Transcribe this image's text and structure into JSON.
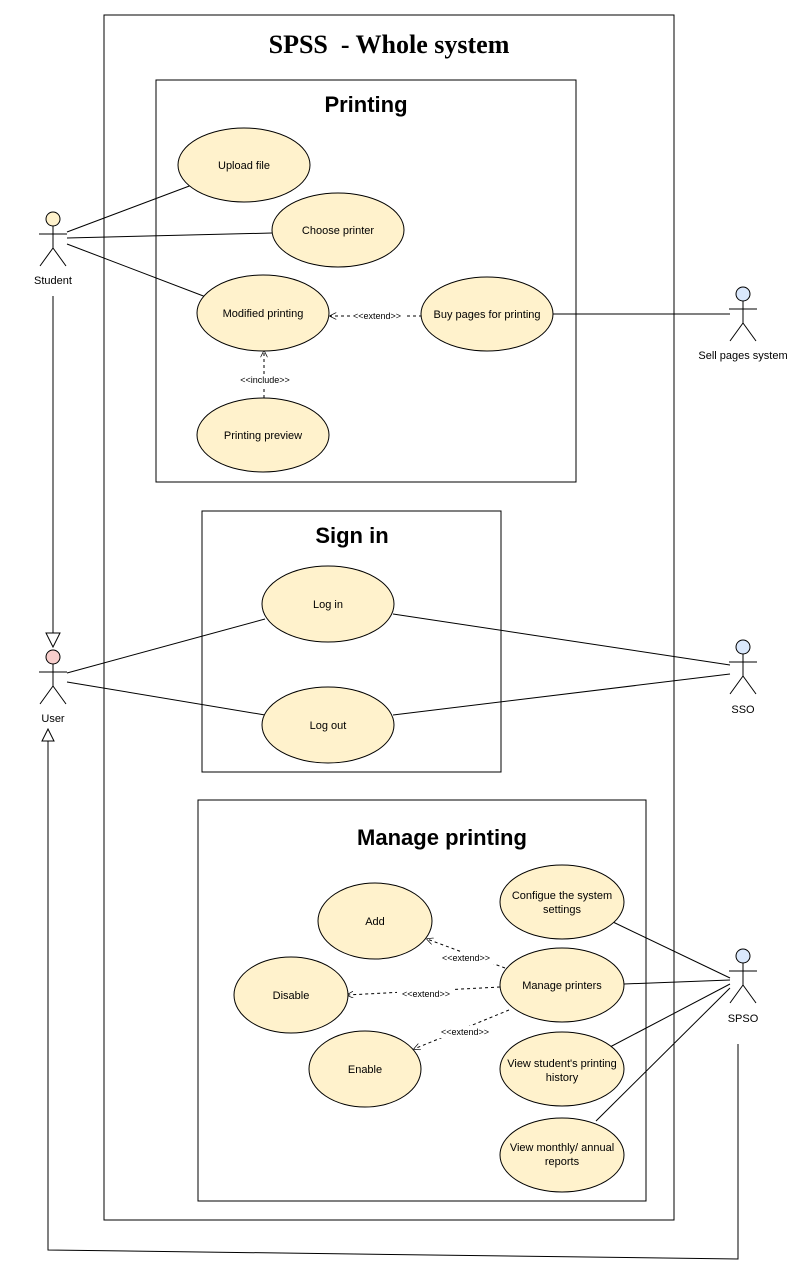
{
  "system": {
    "title": "SPSS  - Whole system"
  },
  "packages": {
    "printing": {
      "title": "Printing"
    },
    "signin": {
      "title": "Sign in"
    },
    "manage": {
      "title": "Manage printing"
    }
  },
  "usecases": {
    "upload_file": [
      "Upload file"
    ],
    "choose_printer": [
      "Choose printer"
    ],
    "modified_printing": [
      "Modified printing"
    ],
    "buy_pages": [
      "Buy pages for printing"
    ],
    "printing_preview": [
      "Printing preview"
    ],
    "log_in": [
      "Log in"
    ],
    "log_out": [
      "Log out"
    ],
    "add": [
      "Add"
    ],
    "disable": [
      "Disable"
    ],
    "enable": [
      "Enable"
    ],
    "configure_settings": [
      "Configue the system",
      "settings"
    ],
    "manage_printers": [
      "Manage printers"
    ],
    "view_history": [
      "View student's printing",
      "history"
    ],
    "view_reports": [
      "View monthly/ annual",
      "reports"
    ]
  },
  "actors": {
    "student": {
      "label": "Student",
      "color": "#fff2cc"
    },
    "user": {
      "label": "User",
      "color": "#f8cecc"
    },
    "sell_pages": {
      "label": "Sell pages system",
      "color": "#dae8fc"
    },
    "sso": {
      "label": "SSO",
      "color": "#dae8fc"
    },
    "spso": {
      "label": "SPSO",
      "color": "#dae8fc"
    }
  },
  "relations": {
    "extend": "<<extend>>",
    "include": "<<include>>"
  },
  "colors": {
    "usecase_fill": "#fff2cc",
    "stroke": "#000000"
  }
}
